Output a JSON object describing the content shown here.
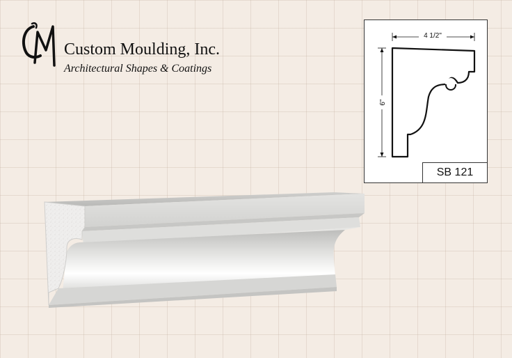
{
  "brand": {
    "name": "Custom Moulding, Inc.",
    "tagline": "Architectural Shapes & Coatings"
  },
  "profile": {
    "width_label": "4 1/2\"",
    "height_label": "6\"",
    "code": "SB 121"
  },
  "colors": {
    "background": "#f4ece4",
    "grid": "#d8c8b8",
    "moulding_face": "#d9d9d7",
    "moulding_end": "#ecebea"
  },
  "icons": [
    "cm-logo-icon",
    "profile-drawing-icon",
    "moulding-render-icon"
  ]
}
